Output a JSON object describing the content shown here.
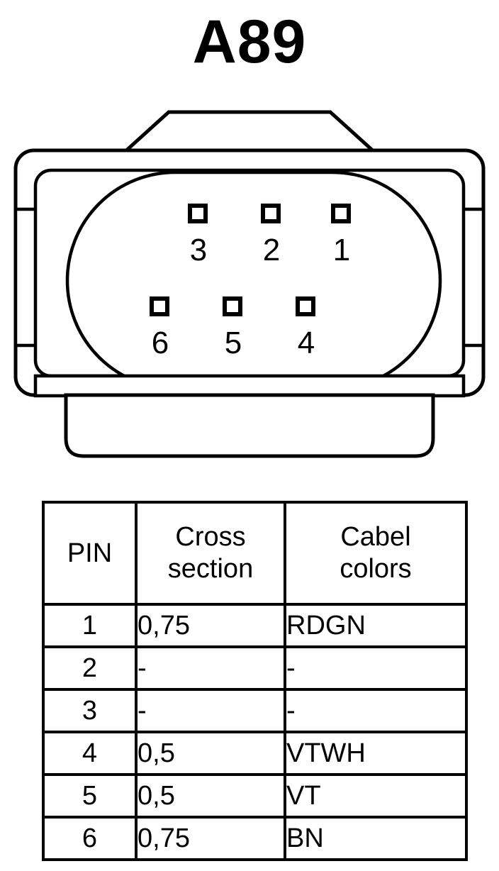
{
  "title": "A89",
  "connector": {
    "name": "6-pin-connector-face-view",
    "pins": [
      {
        "id": "1",
        "label": "1",
        "row": "top",
        "col": 3
      },
      {
        "id": "2",
        "label": "2",
        "row": "top",
        "col": 2
      },
      {
        "id": "3",
        "label": "3",
        "row": "top",
        "col": 1
      },
      {
        "id": "4",
        "label": "4",
        "row": "bottom",
        "col": 3
      },
      {
        "id": "5",
        "label": "5",
        "row": "bottom",
        "col": 2
      },
      {
        "id": "6",
        "label": "6",
        "row": "bottom",
        "col": 1
      }
    ],
    "colors": {
      "stroke": "#000000",
      "fill": "#ffffff"
    }
  },
  "table": {
    "headers": {
      "pin": "PIN",
      "cross_section_line1": "Cross",
      "cross_section_line2": "section",
      "cabel_colors_line1": "Cabel",
      "cabel_colors_line2": "colors"
    },
    "rows": [
      {
        "pin": "1",
        "cross_section": "0,75",
        "cabel_colors": "RDGN"
      },
      {
        "pin": "2",
        "cross_section": "-",
        "cabel_colors": "-"
      },
      {
        "pin": "3",
        "cross_section": "-",
        "cabel_colors": "-"
      },
      {
        "pin": "4",
        "cross_section": "0,5",
        "cabel_colors": "VTWH"
      },
      {
        "pin": "5",
        "cross_section": "0,5",
        "cabel_colors": "VT"
      },
      {
        "pin": "6",
        "cross_section": "0,75",
        "cabel_colors": "BN"
      }
    ]
  }
}
